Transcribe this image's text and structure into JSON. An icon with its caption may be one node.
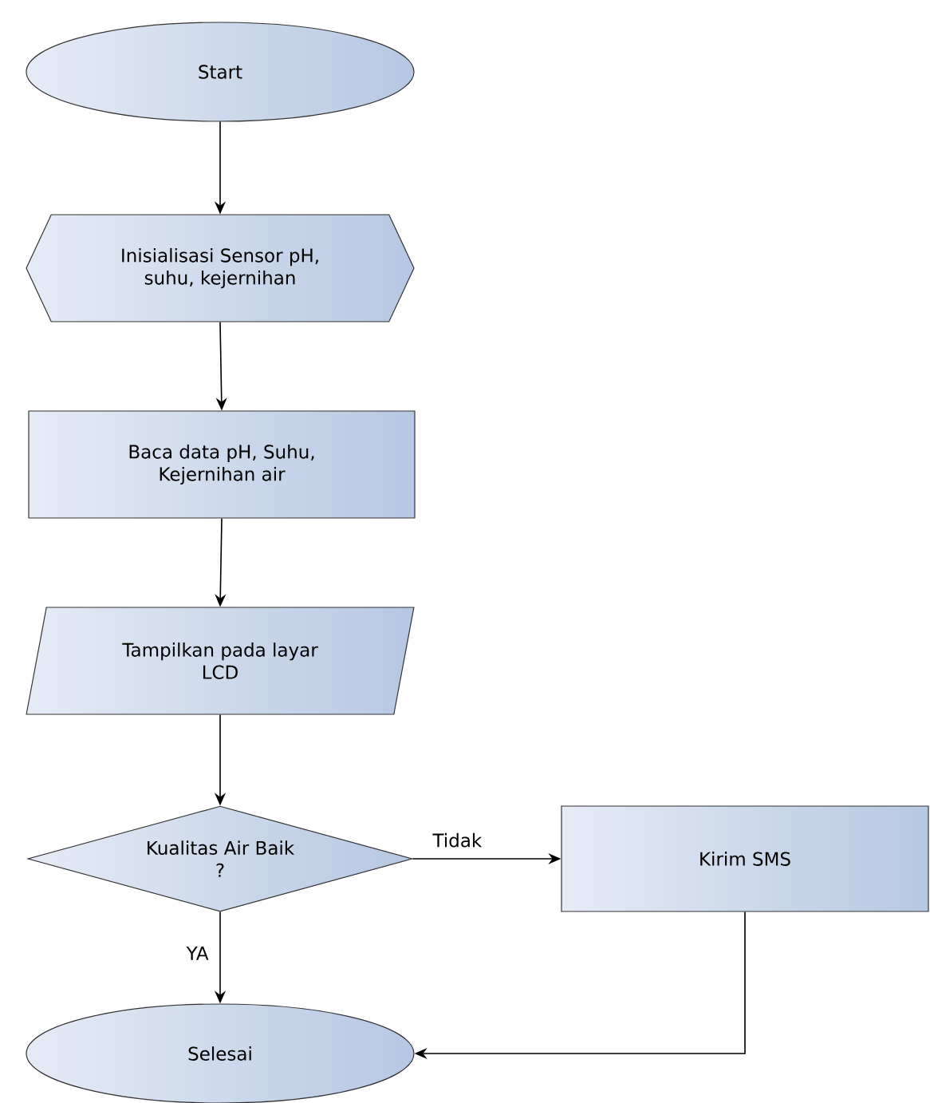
{
  "diagram": {
    "nodes": [
      {
        "text": [
          "Start"
        ]
      },
      {
        "text": [
          "Inisialisasi Sensor pH, suhu, kejernihan"
        ]
      },
      {
        "text": [
          "Baca data pH, Suhu, Kejernihan air"
        ]
      },
      {
        "text": [
          "Tampilkan pada layar LCD"
        ]
      },
      {
        "text": [
          "Kualitas Air Baik ?"
        ]
      },
      {
        "text": [
          "Kirim SMS"
        ]
      },
      {
        "text": [
          "Selesai"
        ]
      }
    ],
    "edges": [
      {
        "from": 0,
        "to": 1,
        "arrow": "to"
      },
      {
        "from": 1,
        "to": 2,
        "arrow": "to"
      },
      {
        "from": 2,
        "to": 3,
        "arrow": "to"
      },
      {
        "from": 3,
        "to": 4,
        "arrow": "to"
      },
      {
        "from": 4,
        "to": 5,
        "arrow": "to",
        "label": "Tidak"
      },
      {
        "from": 4,
        "to": 6,
        "arrow": "to",
        "label": "YA"
      },
      {
        "from": 5,
        "to": 6,
        "arrow": "to"
      }
    ]
  }
}
